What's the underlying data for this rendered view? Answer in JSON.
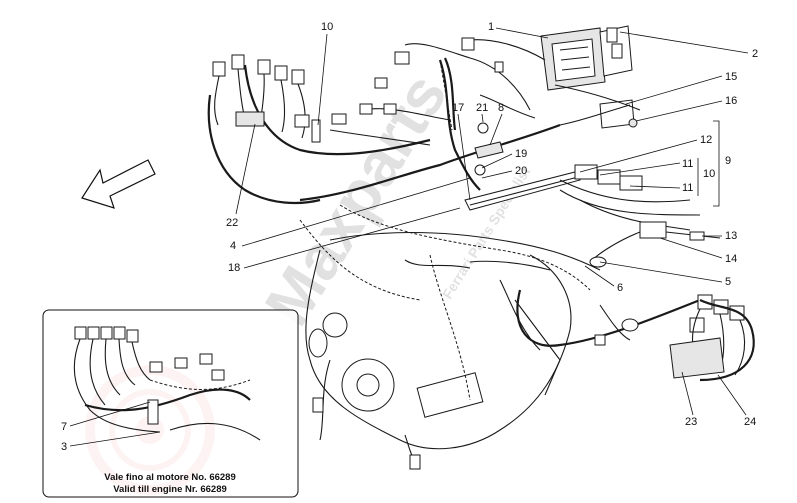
{
  "diagram": {
    "callouts": [
      "1",
      "2",
      "15",
      "16",
      "10",
      "17",
      "21",
      "8",
      "19",
      "20",
      "12",
      "11",
      "10",
      "11",
      "9",
      "22",
      "4",
      "18",
      "13",
      "14",
      "5",
      "6",
      "7",
      "3",
      "23",
      "24"
    ],
    "inset_note_line1": "Vale fino al motore No. 66289",
    "inset_note_line2": "Valid till engine Nr. 66289",
    "watermark": "Maxparts",
    "watermark_tagline": "Ferrari Parts Specialist",
    "colors": {
      "ink": "#111111",
      "watermark_grey": "#c9c9c9",
      "watermark_red": "#e05a5a"
    }
  }
}
